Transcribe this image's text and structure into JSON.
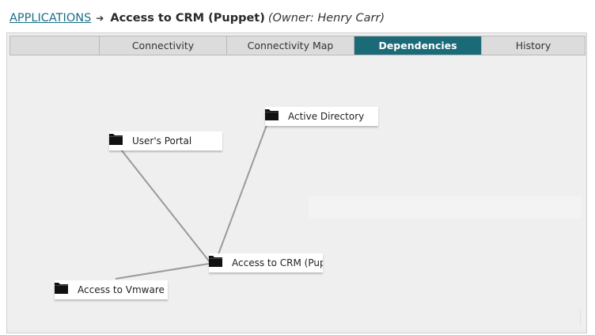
{
  "breadcrumb": {
    "link": "APPLICATIONS",
    "arrow": "➔",
    "title": "Access to CRM (Puppet)",
    "owner": "(Owner: Henry Carr)"
  },
  "tabs": [
    {
      "label": "",
      "active": false
    },
    {
      "label": "Connectivity",
      "active": false
    },
    {
      "label": "Connectivity Map",
      "active": false
    },
    {
      "label": "Dependencies",
      "active": true
    },
    {
      "label": "History",
      "active": false
    }
  ],
  "graph": {
    "nodes": [
      {
        "id": "active-directory",
        "label": "Active Directory",
        "icon": "folder-icon"
      },
      {
        "id": "users-portal",
        "label": "User's Portal",
        "icon": "folder-icon"
      },
      {
        "id": "access-crm",
        "label": "Access to CRM (Pup",
        "icon": "folder-icon"
      },
      {
        "id": "access-vmware",
        "label": "Access to Vmware E",
        "icon": "folder-icon"
      }
    ],
    "edges": [
      {
        "from": "users-portal",
        "to": "access-crm"
      },
      {
        "from": "active-directory",
        "to": "access-crm"
      },
      {
        "from": "access-vmware",
        "to": "access-crm"
      }
    ]
  },
  "colors": {
    "accent": "#1b6a78",
    "link": "#1a6e86",
    "edge": "#9a9a9a"
  }
}
